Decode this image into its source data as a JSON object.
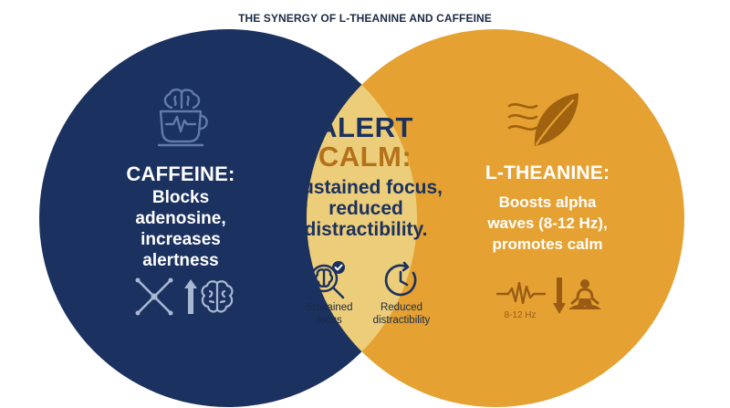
{
  "title": "THE SYNERGY OF L-THEANINE AND CAFFEINE",
  "colors": {
    "navy": "#1b3160",
    "amber": "#e5a233",
    "overlap": "#eccd79",
    "brown": "#9a5c14"
  },
  "caffeine": {
    "heading": "CAFFEINE:",
    "lines": [
      "Blocks",
      "adenosine,",
      "increases",
      "alertness"
    ],
    "icons": [
      "brain-in-coffee-cup-icon",
      "blocked-adenosine-icon",
      "up-arrow-icon",
      "brain-icon"
    ]
  },
  "overlap": {
    "heading_line1": "ALERT",
    "heading_line2": "CALM:",
    "lines": [
      "Sustained focus,",
      "reduced",
      "distractibility."
    ],
    "item1": {
      "icon": "brain-magnifier-check-icon",
      "label_line1": "Sustained",
      "label_line2": "focus"
    },
    "item2": {
      "icon": "clock-refresh-icon",
      "label_line1": "Reduced",
      "label_line2": "distractibility"
    }
  },
  "theanine": {
    "heading": "L-THEANINE:",
    "lines": [
      "Boosts alpha",
      "waves (8-12 Hz),",
      "promotes calm"
    ],
    "wave_label": "8-12 Hz",
    "icons": [
      "tea-leaf-steam-icon",
      "wave-icon",
      "down-arrow-icon",
      "meditation-icon"
    ]
  }
}
